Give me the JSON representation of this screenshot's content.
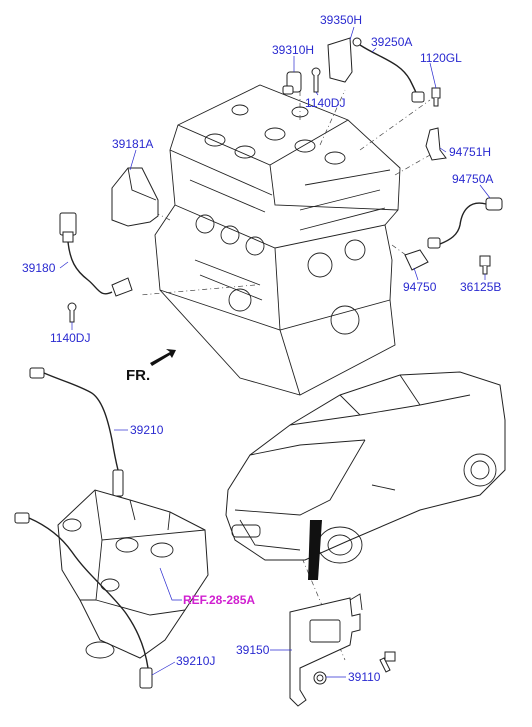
{
  "labels": {
    "p39350H": "39350H",
    "p39310H": "39310H",
    "p39250A": "39250A",
    "p1120GL": "1120GL",
    "p1140DJ_top": "1140DJ",
    "p39181A": "39181A",
    "p94751H": "94751H",
    "p94750A": "94750A",
    "p39180": "39180",
    "p94750": "94750",
    "p36125B": "36125B",
    "p1140DJ_left": "1140DJ",
    "p39210": "39210",
    "p39150": "39150",
    "p39110": "39110",
    "p39210J": "39210J"
  },
  "reference": "REF.28-285A",
  "front_marker": "FR.",
  "colors": {
    "part_label": "#2a2ad0",
    "reference_label": "#d020d0",
    "line_art": "#222222"
  }
}
